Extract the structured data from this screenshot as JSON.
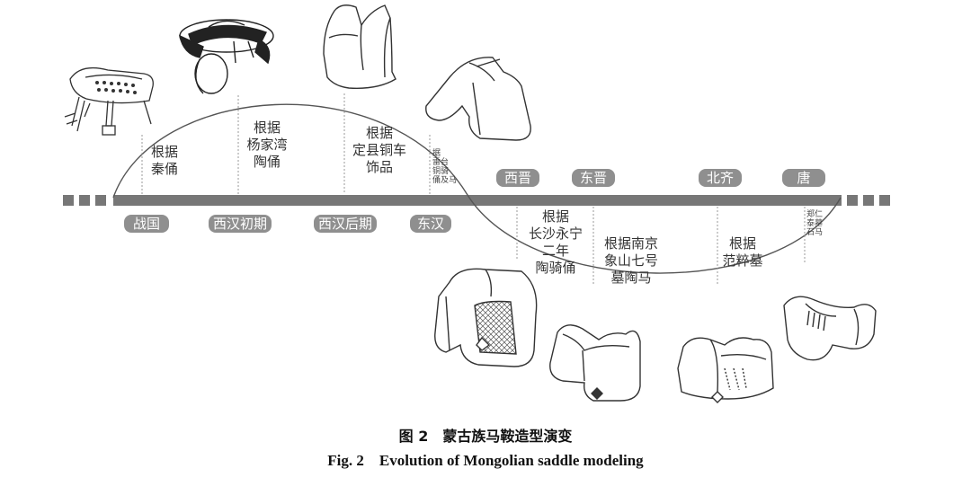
{
  "periods_above": [
    {
      "id": "xijin",
      "label": "西晋"
    },
    {
      "id": "dongjin",
      "label": "东晋"
    },
    {
      "id": "beiqi",
      "label": "北齐"
    },
    {
      "id": "tang",
      "label": "唐"
    }
  ],
  "periods_below": [
    {
      "id": "zhanguo",
      "label": "战国"
    },
    {
      "id": "xihan_early",
      "label": "西汉初期"
    },
    {
      "id": "xihan_late",
      "label": "西汉后期"
    },
    {
      "id": "donghan",
      "label": "东汉"
    }
  ],
  "sources_upper": [
    {
      "id": "qin",
      "text": "根据\n秦俑"
    },
    {
      "id": "yangjiawan",
      "text": "根据\n杨家湾\n陶俑"
    },
    {
      "id": "dingxian",
      "text": "根据\n定县铜车\n饰品"
    }
  ],
  "sources_small": {
    "leitai": "据\n雷台\n铜骑\n俑及马",
    "zheng_ren_tai": "郑仁\n泰墓\n石马"
  },
  "sources_lower": [
    {
      "id": "changsha",
      "text": "根据\n长沙永宁\n二年\n陶骑俑"
    },
    {
      "id": "nanjing",
      "text": "根据南京\n象山七号\n墓陶马"
    },
    {
      "id": "fancui",
      "text": "根据\n范粹墓"
    }
  ],
  "caption": {
    "zh": "图 2　蒙古族马鞍造型演变",
    "en": "Fig. 2　Evolution of Mongolian saddle modeling"
  }
}
